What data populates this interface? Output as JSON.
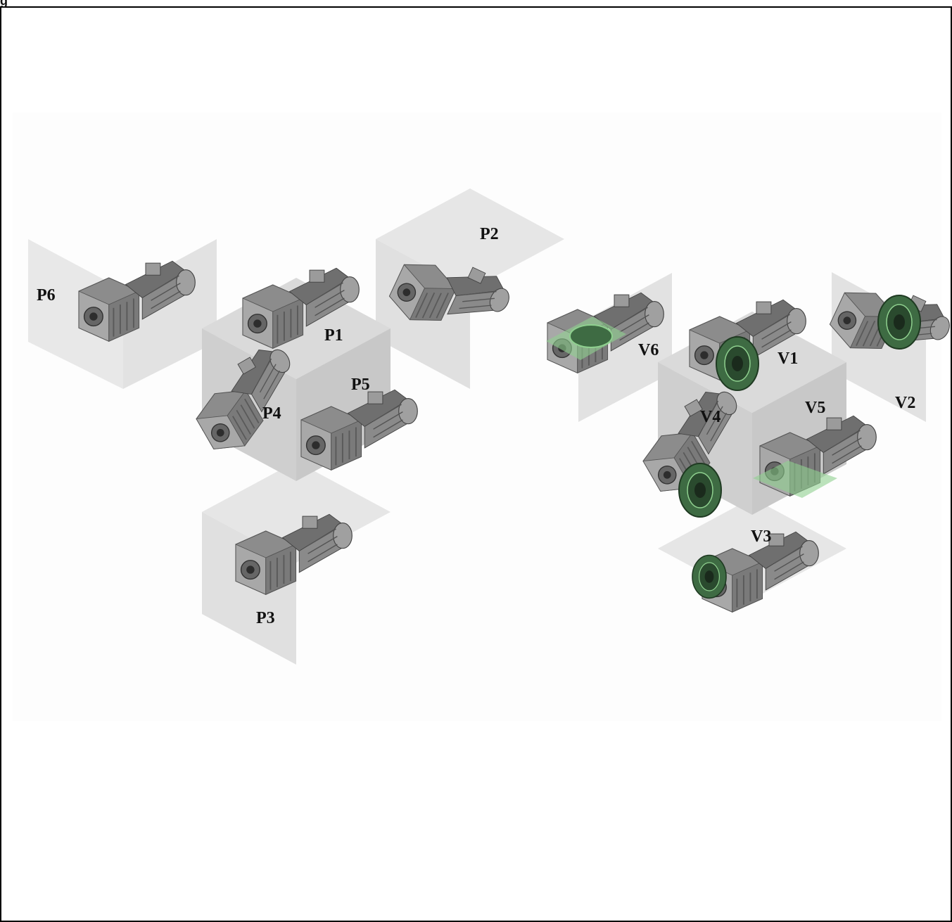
{
  "figure_caption_fragment": "g",
  "left_group": {
    "labels": {
      "p1": "P1",
      "p2": "P2",
      "p3": "P3",
      "p4": "P4",
      "p5": "P5",
      "p6": "P6"
    }
  },
  "right_group": {
    "labels": {
      "v1": "V1",
      "v2": "V2",
      "v3": "V3",
      "v4": "V4",
      "v5": "V5",
      "v6": "V6"
    }
  },
  "colors": {
    "plane_light": "#e6e6e6",
    "cube_top": "#d6d6d6",
    "cube_left": "#cccccc",
    "cube_right": "#c4c4c4",
    "flange_green": "#4f8a55",
    "flange_highlight": "#8fd08f",
    "gear_body": "#9a9a9a"
  },
  "icons": [
    "worm-gearmotor-icon",
    "flange-icon"
  ]
}
